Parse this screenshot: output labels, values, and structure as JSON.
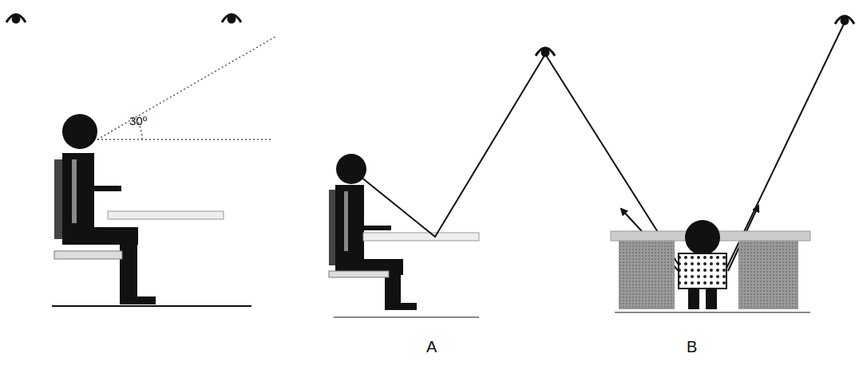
{
  "diagram": {
    "labels": [
      "30º",
      "A",
      "B"
    ]
  }
}
